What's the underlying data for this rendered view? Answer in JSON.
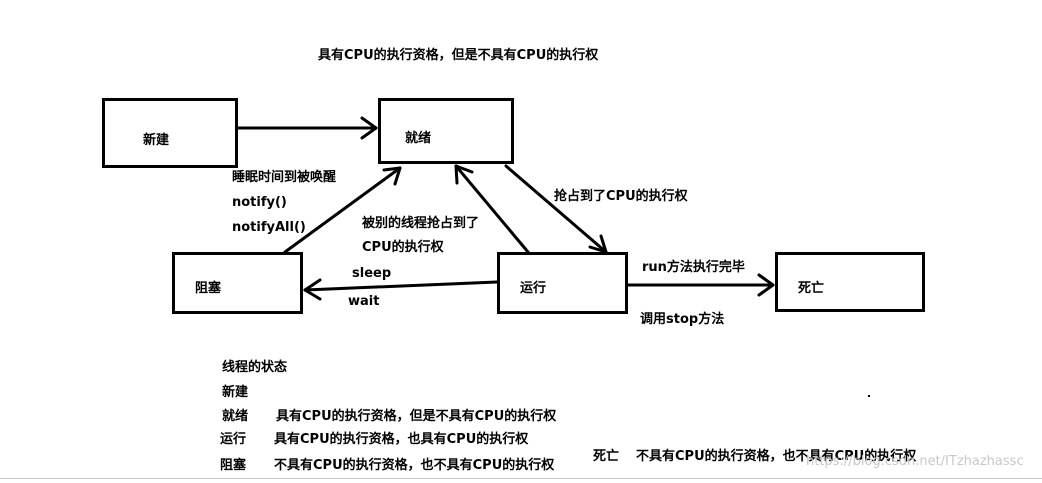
{
  "diagram": {
    "top_caption": "具有CPU的执行资格，但是不具有CPU的执行权",
    "states": {
      "new": "新建",
      "ready": "就绪",
      "blocked": "阻塞",
      "running": "运行",
      "dead": "死亡"
    },
    "labels": {
      "wake_line1": "睡眠时间到被唤醒",
      "wake_line2": "notify()",
      "wake_line3": "notifyAll()",
      "preempted_line1": "被别的线程抢占到了",
      "preempted_line2": "CPU的执行权",
      "grab_cpu": "抢占到了CPU的执行权",
      "sleep": "sleep",
      "wait": "wait",
      "run_done": "run方法执行完毕",
      "call_stop": "调用stop方法"
    },
    "legend": {
      "title": "线程的状态",
      "new": "新建",
      "ready_name": "就绪",
      "ready_desc": "具有CPU的执行资格，但是不具有CPU的执行权",
      "running_name": "运行",
      "running_desc": "具有CPU的执行资格，也具有CPU的执行权",
      "blocked_name": "阻塞",
      "blocked_desc": "不具有CPU的执行资格，也不具有CPU的执行权",
      "dead_name": "死亡",
      "dead_desc": "不具有CPU的执行资格，也不具有CPU的执行权"
    },
    "watermark": "https://blog.csdn.net/ITzhazhassc"
  }
}
